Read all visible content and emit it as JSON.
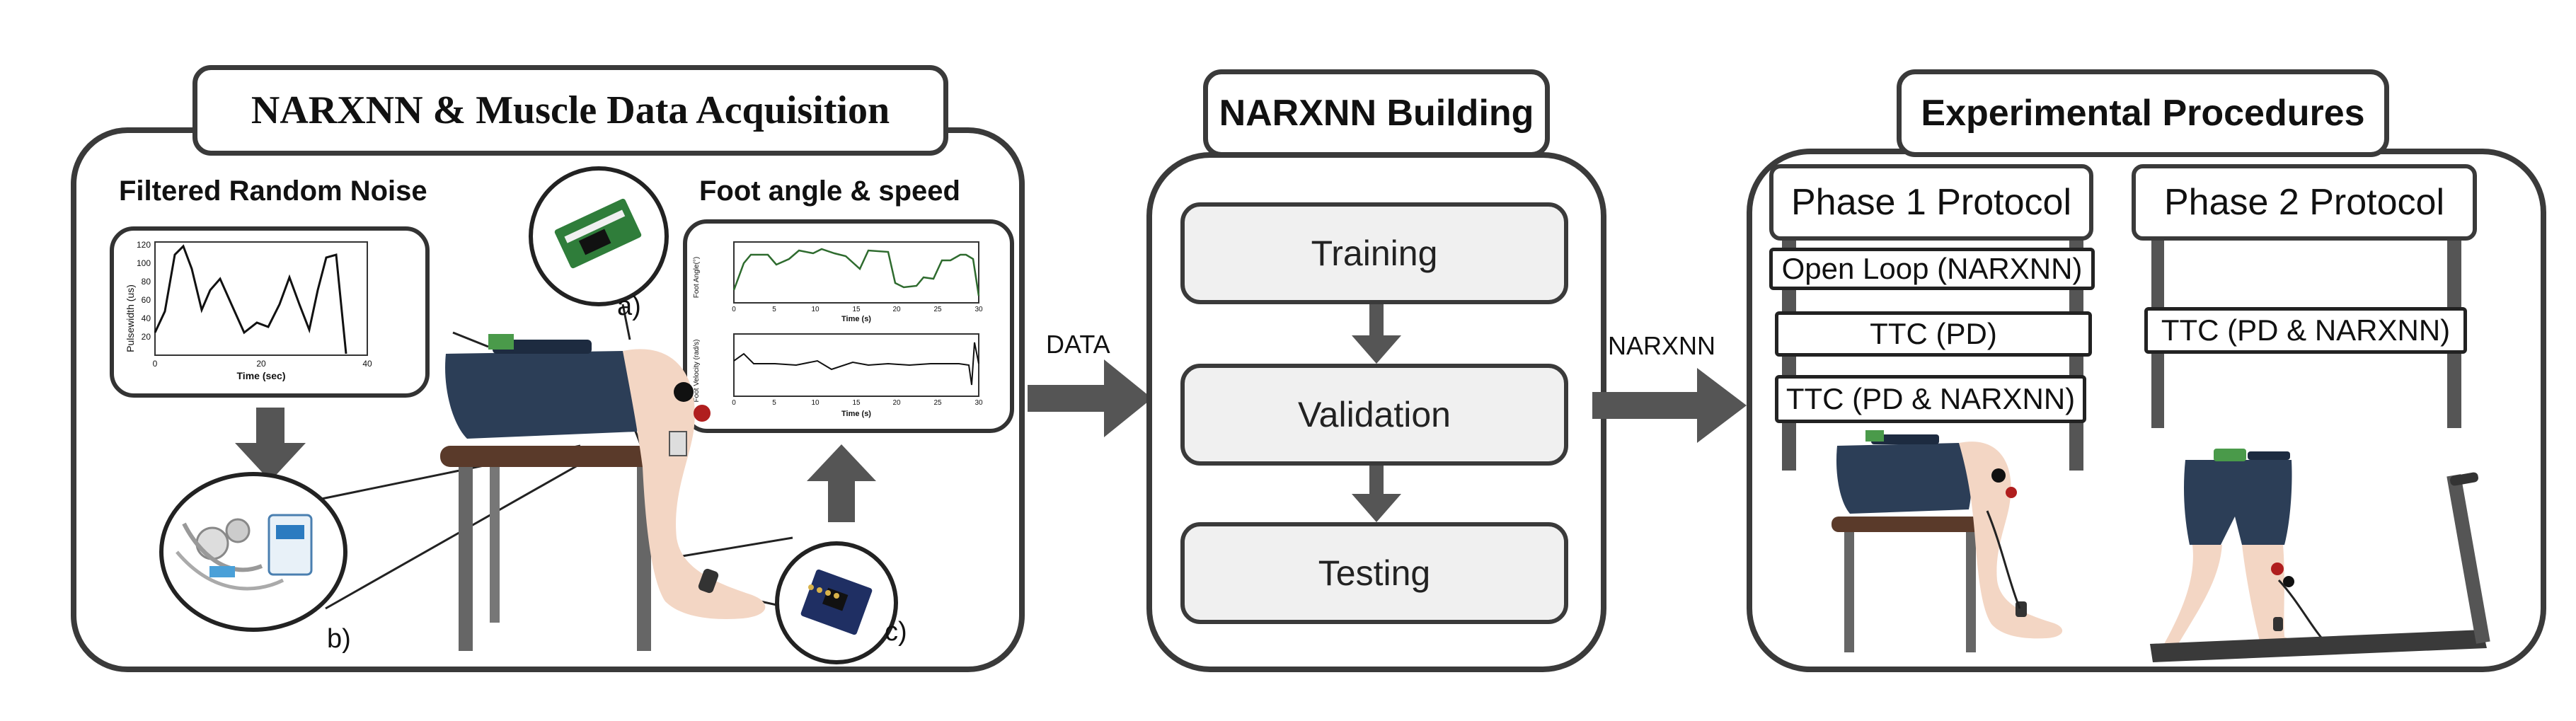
{
  "panels": {
    "acquisition": {
      "title": "NARXNN & Muscle Data Acquisition",
      "noise_label": "Filtered Random Noise",
      "foot_label": "Foot angle & speed",
      "noise_plot": {
        "ylabel": "Pulsewidth (us)",
        "xlabel": "Time (sec)",
        "y_ticks": [
          "120",
          "100",
          "80",
          "60",
          "40",
          "20"
        ],
        "x_ticks": [
          "0",
          "20",
          "40"
        ]
      },
      "foot_plot": {
        "top_ylabel": "Foot Angle(°)",
        "top_xlabel": "Time (s)",
        "bottom_ylabel": "Foot Velocity (rad/s)",
        "bottom_xlabel": "Time (s)",
        "x_ticks": [
          "0",
          "5",
          "10",
          "15",
          "20",
          "25",
          "30"
        ]
      },
      "callouts": {
        "a": "a)",
        "b": "b)",
        "c": "c)"
      }
    },
    "building": {
      "title": "NARXNN Building",
      "steps": [
        "Training",
        "Validation",
        "Testing"
      ]
    },
    "procedures": {
      "title": "Experimental Procedures",
      "phase1": {
        "title": "Phase 1 Protocol",
        "items": [
          "Open Loop (NARXNN)",
          "TTC (PD)",
          "TTC (PD & NARXNN)"
        ]
      },
      "phase2": {
        "title": "Phase 2 Protocol",
        "items": [
          "TTC (PD & NARXNN)"
        ]
      }
    }
  },
  "arrows": {
    "data_label": "DATA",
    "narxnn_label": "NARXNN"
  },
  "colors": {
    "border": "#3a3a3a",
    "arrow": "#555555",
    "step_fill": "#f0f0f0",
    "skin": "#f3d6c4",
    "shorts": "#2c3e57",
    "seat": "#5a3a2a"
  }
}
